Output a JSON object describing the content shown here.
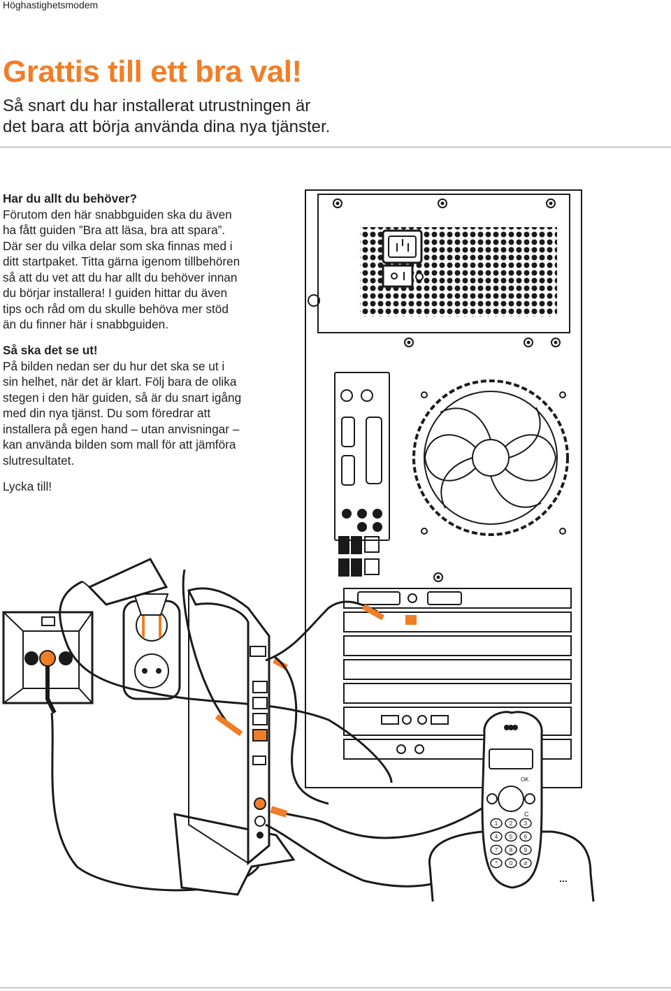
{
  "header": {
    "running_title": "Höghastighetsmodem"
  },
  "hero": {
    "title": "Grattis till ett bra val!",
    "lead_lines": [
      "Så snart du har installerat utrustningen är",
      "det bara att börja använda dina nya tjänster."
    ]
  },
  "section_needs": {
    "heading": "Har du allt du behöver?",
    "lines": [
      "Förutom den här snabbguiden ska du även",
      "ha fått guiden ”Bra att läsa, bra att spara”.",
      "Där ser du vilka delar som ska finnas med i",
      "ditt startpaket. Titta gärna igenom tillbehören",
      "så att du vet att du har allt du behöver innan",
      "du börjar installera! I guiden hittar du även",
      "tips och råd om du skulle behöva mer stöd",
      "än du finner här i snabbguiden."
    ]
  },
  "section_howto": {
    "heading": "Så ska det se ut!",
    "lines": [
      "På bilden nedan ser du hur det ska se ut i",
      "sin helhet, när det är klart. Följ bara de olika",
      "stegen i den här guiden, så är du snart igång",
      "med din nya tjänst. Du som föredrar att",
      "installera på egen hand – utan anvisningar –",
      "kan använda bilden som mall för att jämföra",
      "slutresultatet."
    ]
  },
  "closing": "Lycka till!",
  "illustration": {
    "accent_color": "#f07e26",
    "keypad_keys": [
      "1",
      "2",
      "3",
      "4",
      "5",
      "6",
      "7",
      "8",
      "9",
      "*",
      "0",
      "#"
    ],
    "handset_labels": {
      "clear": "C",
      "ok": "OK"
    },
    "phone_dots": "...",
    "icons": [
      "power-socket-icon",
      "wall-outlet-icon",
      "power-adapter-icon",
      "modem-icon",
      "computer-tower-icon",
      "fan-icon",
      "cordless-phone-icon",
      "cable-icon"
    ]
  }
}
